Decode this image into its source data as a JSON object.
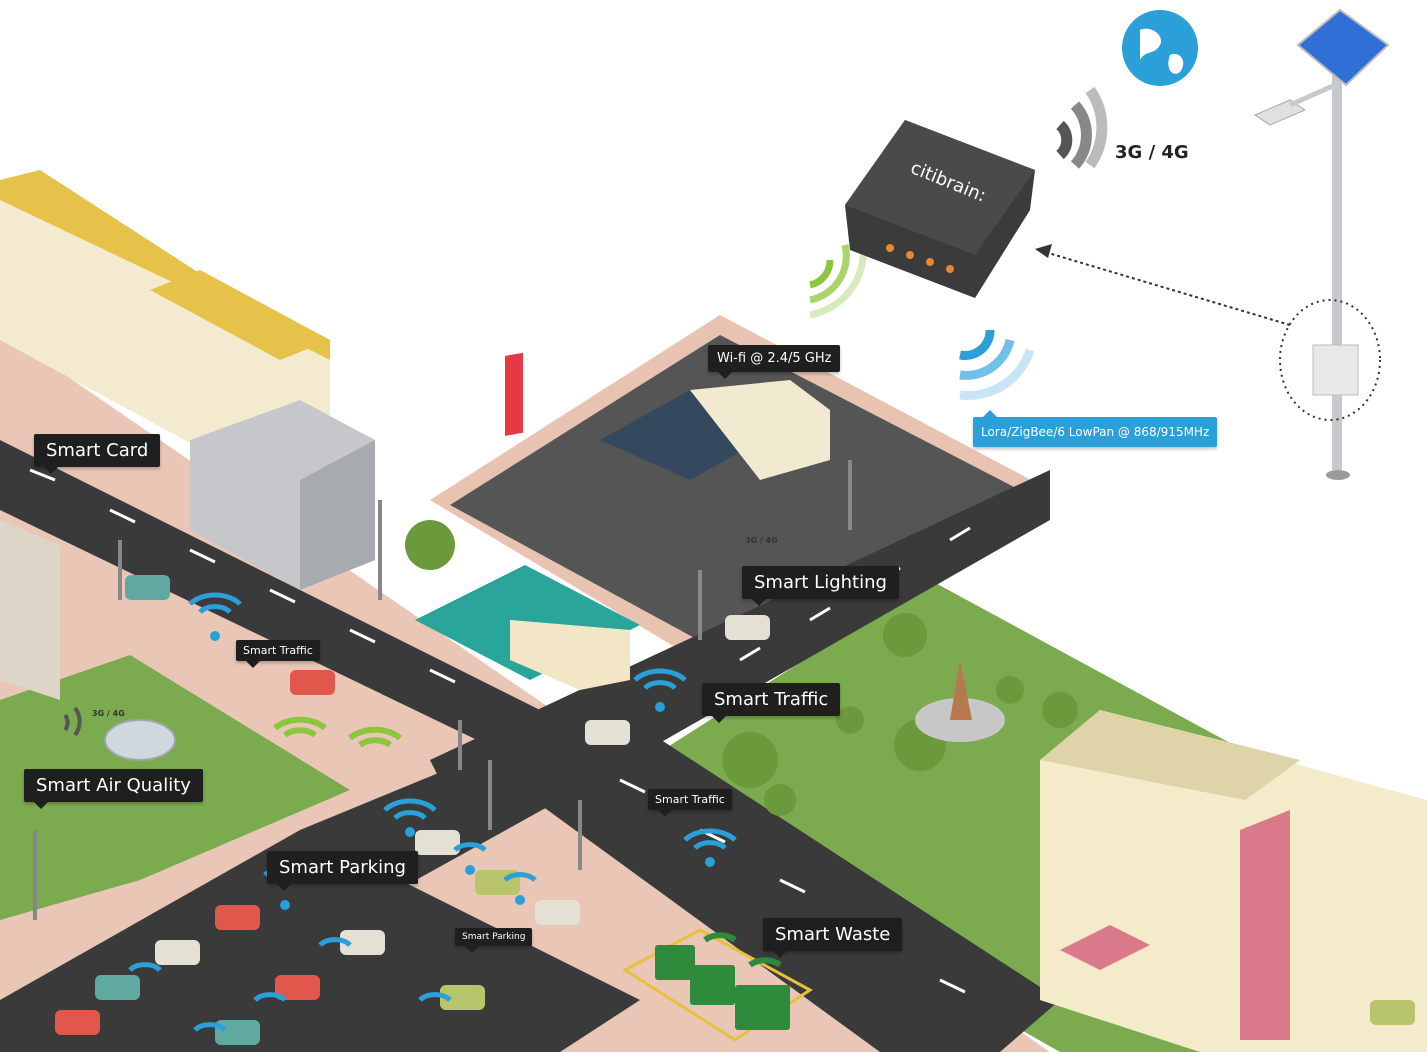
{
  "labels": {
    "smart_card": "Smart Card",
    "smart_lighting": "Smart Lighting",
    "smart_traffic_main": "Smart Traffic",
    "smart_traffic_small_1": "Smart Traffic",
    "smart_traffic_small_2": "Smart Traffic",
    "smart_air_quality": "Smart Air Quality",
    "smart_parking_main": "Smart Parking",
    "smart_parking_small": "Smart Parking",
    "smart_waste": "Smart Waste",
    "wifi": "Wi-fi @ 2.4/5 GHz",
    "lora": "Lora/ZigBee/6 LowPan @ 868/915MHz",
    "cellular_main": "3G / 4G",
    "cellular_small_1": "3G / 4G",
    "cellular_small_2": "3G / 4G",
    "gateway_brand": "citibrain:"
  },
  "colors": {
    "road": "#3a3a3a",
    "sidewalk": "#e9c6b6",
    "grass": "#7cab4f",
    "wifi_green": "#8cc63f",
    "lora_blue": "#2a9fd8",
    "cell_gray": "#555555",
    "label_bg": "#1f1f1f"
  },
  "icons": [
    "globe-icon",
    "cellular-signal-icon",
    "wifi-signal-icon",
    "lora-signal-icon",
    "solar-panel-icon",
    "fountain-icon",
    "recycle-bin-icon"
  ]
}
